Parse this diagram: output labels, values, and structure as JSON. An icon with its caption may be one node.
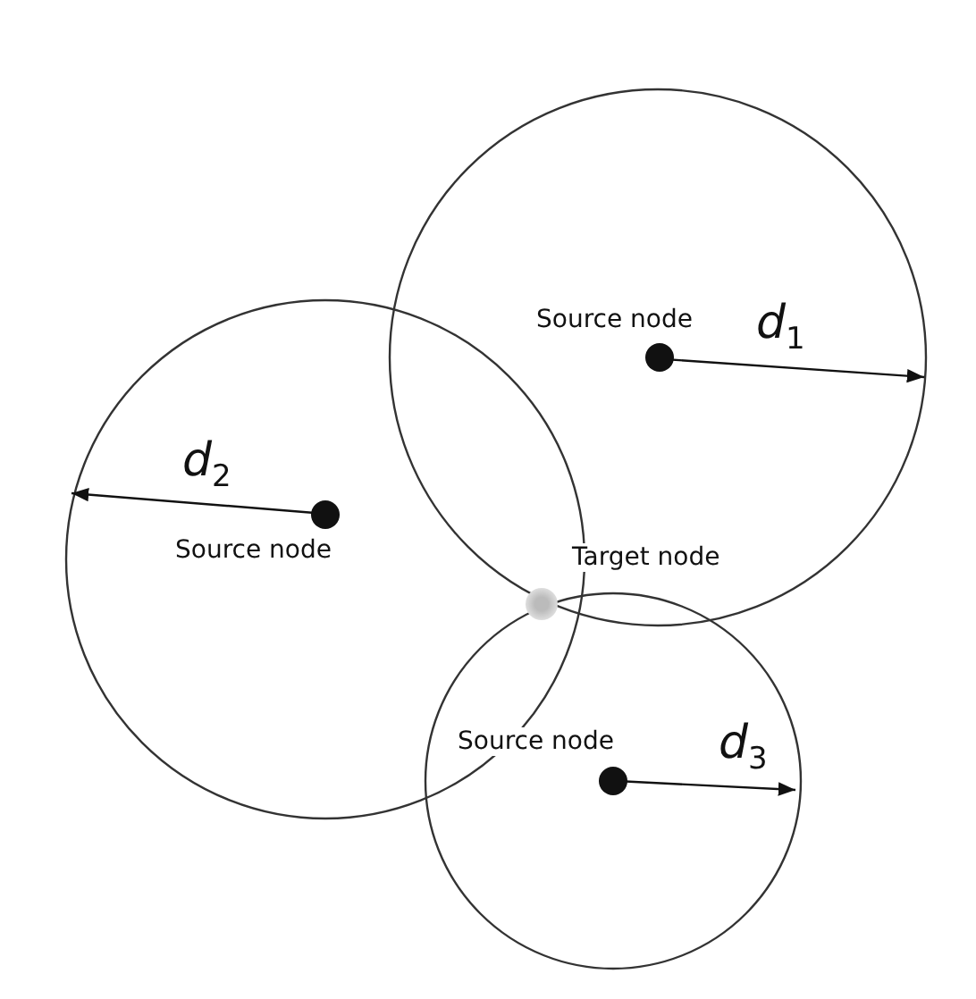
{
  "diagram": {
    "nodes": [
      {
        "text": [],
        "shape": "circle",
        "beside": [
          "Source node"
        ]
      },
      {
        "text": [],
        "shape": "circle",
        "beside": [
          "Source node"
        ]
      },
      {
        "text": [],
        "shape": "circle",
        "beside": [
          "Target node"
        ]
      },
      {
        "text": [],
        "shape": "circle",
        "beside": [
          "Source node"
        ]
      }
    ],
    "edges": [],
    "labels": [
      "d$_{1}$",
      "d$_{2}$",
      "d$_{3}$"
    ]
  }
}
